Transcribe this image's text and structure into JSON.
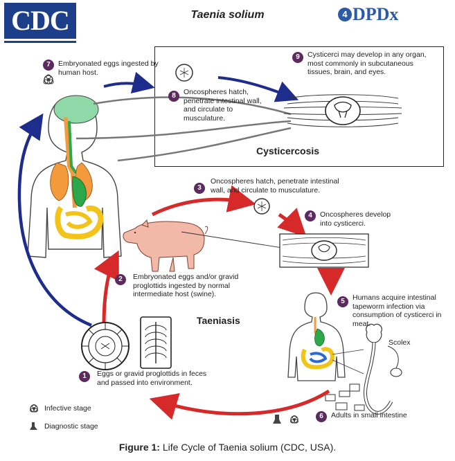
{
  "header": {
    "cdc_logo": "CDC",
    "title": "Taenia solium",
    "dpdx_logo": "DPDx",
    "dpdx_badge": "4"
  },
  "steps": [
    {
      "num": "1",
      "text": "Eggs or gravid proglottids in feces and passed into environment."
    },
    {
      "num": "2",
      "text": "Embryonated eggs and/or gravid proglottids ingested by normal intermediate host (swine)."
    },
    {
      "num": "3",
      "text": "Oncospheres hatch, penetrate intestinal wall, and circulate to musculature."
    },
    {
      "num": "4",
      "text": "Oncospheres develop into cysticerci."
    },
    {
      "num": "5",
      "text": "Humans acquire intestinal tapeworm infection via consumption of cysticerci in meat."
    },
    {
      "num": "6",
      "text": "Adults in small intestine"
    },
    {
      "num": "7",
      "text": "Embryonated eggs ingested by human host."
    },
    {
      "num": "8",
      "text": "Oncospheres hatch, penetrate intestinal wall, and circulate to musculature."
    },
    {
      "num": "9",
      "text": "Cysticerci may develop in any organ, most commonly in subcutaneous tissues, brain, and eyes."
    }
  ],
  "sections": {
    "cysticercosis": "Cysticercosis",
    "taeniasis": "Taeniasis",
    "scolex": "Scolex"
  },
  "legend": {
    "infective": "Infective stage",
    "diagnostic": "Diagnostic stage"
  },
  "caption": {
    "label": "Figure 1:",
    "text": " Life Cycle of Taenia solium (CDC, USA)."
  },
  "colors": {
    "red_arrow": "#d62a2a",
    "blue_arrow": "#1e2c8c",
    "badge": "#5b2a5e",
    "lung": "#f29a3c",
    "intestine": "#f2c41a",
    "stomach": "#2aa84a",
    "brain": "#8fd9a8"
  }
}
